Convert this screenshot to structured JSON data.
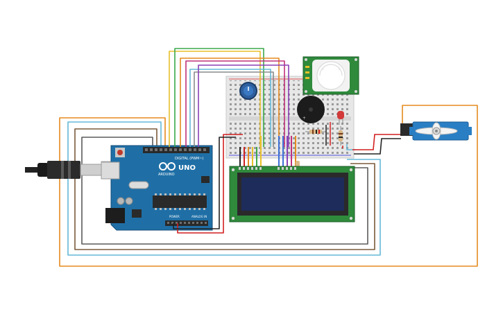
{
  "arduino": {
    "brand": "ARDUINO",
    "model": "UNO",
    "digital_header": "DIGITAL (PWM~)",
    "power_header": "POWER",
    "analog_header": "ANALOG IN"
  },
  "colors": {
    "arduino_board": "#1f6fa6",
    "lcd_board": "#2f8a3c",
    "lcd_screen": "#1d2c5a",
    "breadboard": "#e7e7e7",
    "servo": "#2a7fc4",
    "pir_board": "#2f8a3c",
    "wire_orange": "#e58a1e",
    "wire_lightblue": "#64b8d8",
    "wire_brown": "#7a5a3a",
    "wire_gray": "#5a5a5a",
    "wire_red": "#d21f1f",
    "wire_black": "#222222",
    "wire_yellow": "#e8c02a",
    "wire_green": "#3aa84a",
    "wire_purple": "#8a3fb6",
    "wire_magenta": "#c0307a",
    "wire_blue": "#3c6fd6"
  },
  "components": [
    {
      "name": "arduino-uno",
      "icon": "arduino-board"
    },
    {
      "name": "usb-cable",
      "icon": "usb-plug"
    },
    {
      "name": "breadboard",
      "icon": "breadboard"
    },
    {
      "name": "potentiometer",
      "icon": "knob"
    },
    {
      "name": "pir-sensor",
      "icon": "pir-dome"
    },
    {
      "name": "piezo-buzzer",
      "icon": "buzzer"
    },
    {
      "name": "red-led",
      "icon": "led"
    },
    {
      "name": "resistors",
      "icon": "resistor"
    },
    {
      "name": "lcd-16x2",
      "icon": "lcd"
    },
    {
      "name": "servo-motor",
      "icon": "servo"
    }
  ]
}
